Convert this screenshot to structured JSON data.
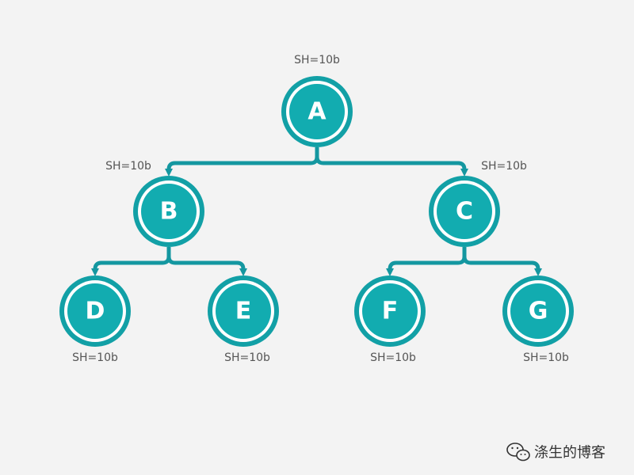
{
  "diagram": {
    "colors": {
      "node_fill": "#12acb0",
      "node_ring": "#12a0a6",
      "ring_gap": "#ffffff",
      "edge": "#1497a0",
      "background": "#f3f3f3"
    },
    "nodes": [
      {
        "id": "A",
        "label": "A",
        "sh_label": "SH=10b"
      },
      {
        "id": "B",
        "label": "B",
        "sh_label": "SH=10b"
      },
      {
        "id": "C",
        "label": "C",
        "sh_label": "SH=10b"
      },
      {
        "id": "D",
        "label": "D",
        "sh_label": "SH=10b"
      },
      {
        "id": "E",
        "label": "E",
        "sh_label": "SH=10b"
      },
      {
        "id": "F",
        "label": "F",
        "sh_label": "SH=10b"
      },
      {
        "id": "G",
        "label": "G",
        "sh_label": "SH=10b"
      }
    ],
    "edges": [
      {
        "from": "A",
        "to": "B"
      },
      {
        "from": "A",
        "to": "C"
      },
      {
        "from": "B",
        "to": "D"
      },
      {
        "from": "B",
        "to": "E"
      },
      {
        "from": "C",
        "to": "F"
      },
      {
        "from": "C",
        "to": "G"
      }
    ]
  },
  "watermark": {
    "icon": "wechat-icon",
    "text": "涤生的博客"
  }
}
